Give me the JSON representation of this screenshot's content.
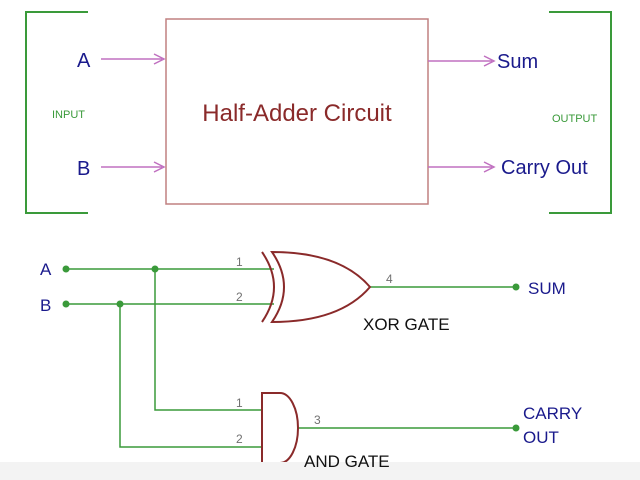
{
  "block": {
    "title": "Half-Adder Circuit",
    "input_label": "INPUT",
    "output_label": "OUTPUT",
    "inputs": [
      "A",
      "B"
    ],
    "outputs": [
      "Sum",
      "Carry Out"
    ]
  },
  "schematic": {
    "inputs": [
      "A",
      "B"
    ],
    "xor": {
      "label": "XOR GATE",
      "pin_in_1": "1",
      "pin_in_2": "2",
      "pin_out": "4"
    },
    "and": {
      "label": "AND GATE",
      "pin_in_1": "1",
      "pin_in_2": "2",
      "pin_out": "3"
    },
    "sum_label": "SUM",
    "carry_label_line1": "CARRY",
    "carry_label_line2": "OUT"
  },
  "colors": {
    "bracket_and_wire": "#3a9a3a",
    "title": "#8a2a2a",
    "box_border": "#c08080",
    "signal_text": "#1a1a8c",
    "arrow": "#c070c0",
    "gate_outline": "#8a2a2a",
    "pin_number": "#707070"
  }
}
